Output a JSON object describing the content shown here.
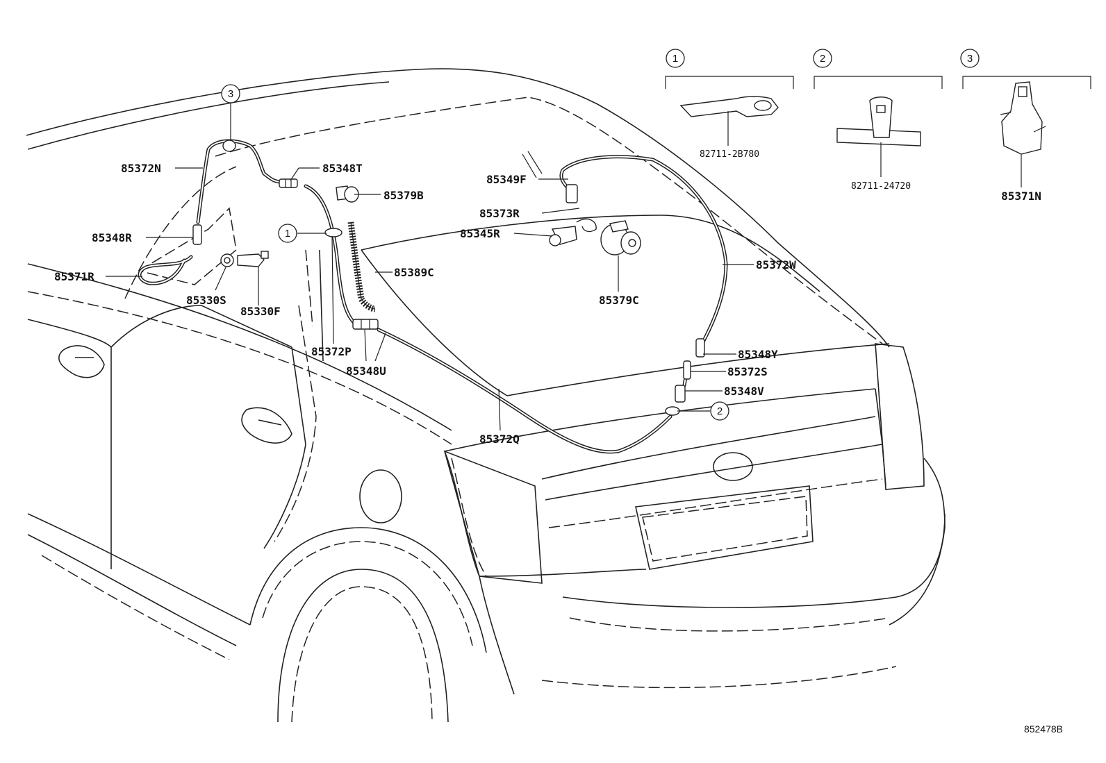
{
  "diagram_id": "852478B",
  "callout_refs": {
    "one": "1",
    "two": "2",
    "three": "3"
  },
  "inset_parts": {
    "one": "82711-2B780",
    "two": "82711-24720",
    "three": "85371N"
  },
  "parts": {
    "p85372N": "85372N",
    "p85348T": "85348T",
    "p85379B": "85379B",
    "p85348R": "85348R",
    "p85371R": "85371R",
    "p85330S": "85330S",
    "p85330F": "85330F",
    "p85389C": "85389C",
    "p85372P": "85372P",
    "p85348U": "85348U",
    "p85349F": "85349F",
    "p85373R": "85373R",
    "p85345R": "85345R",
    "p85379C": "85379C",
    "p85372W": "85372W",
    "p85348Y": "85348Y",
    "p85372S": "85372S",
    "p85348V": "85348V",
    "p85372Q": "85372Q"
  }
}
